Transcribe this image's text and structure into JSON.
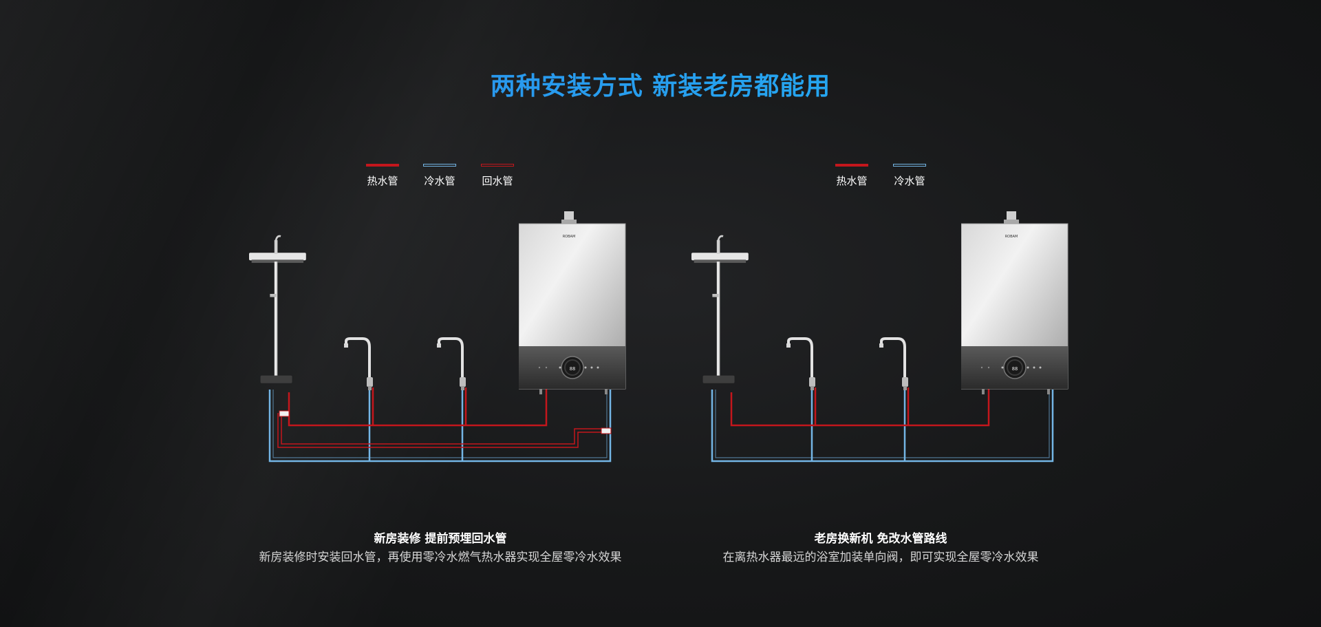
{
  "page": {
    "title": "两种安装方式  新装老房都能用"
  },
  "panels": [
    {
      "legend": [
        "热水管",
        "冷水管",
        "回水管"
      ],
      "caption_title": "新房装修 提前预埋回水管",
      "caption_text": "新房装修时安装回水管，再使用零冷水燃气热水器实现全屋零冷水效果"
    },
    {
      "legend": [
        "热水管",
        "冷水管"
      ],
      "caption_title": "老房换新机  免改水管路线",
      "caption_text": "在离热水器最远的浴室加装单向阀，即可实现全屋零冷水效果"
    }
  ],
  "heater": {
    "brand": "ROBAM",
    "display": "88"
  },
  "colors": {
    "hot_pipe": "#c4161c",
    "cold_pipe": "#74b6e6",
    "title_start": "#2f86ea",
    "title_end": "#1fb8f3",
    "background": "#171819"
  },
  "icons": [
    "shower-icon",
    "faucet-icon",
    "water-heater-icon",
    "check-valve-icon"
  ]
}
